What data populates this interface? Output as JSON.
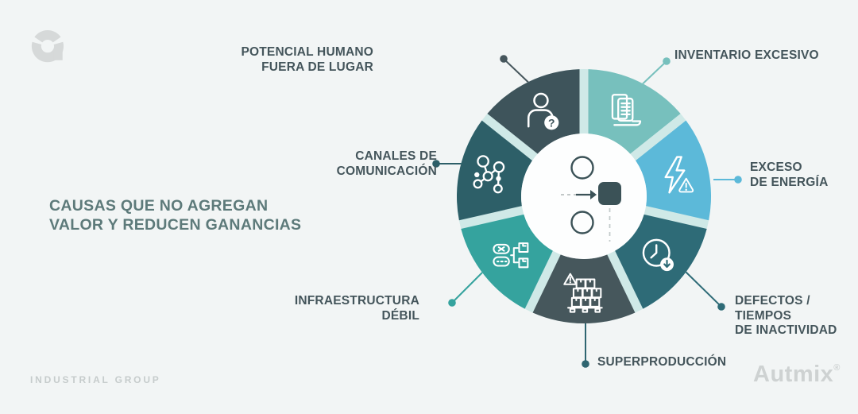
{
  "page": {
    "background": "#f2f5f5"
  },
  "brand": {
    "logo_icon": "autmix-logo-icon",
    "logo_color": "#d6d9d9",
    "footer_left": "INDUSTRIAL GROUP",
    "footer_right_name": "Autmix",
    "footer_right_mark": "®"
  },
  "title": {
    "text": "CAUSAS QUE NO AGREGAN\nVALOR Y REDUCEN GANANCIAS",
    "color": "#5d7a7a"
  },
  "chart_data": {
    "type": "pie",
    "subtype": "donut-infographic",
    "segment_count": 7,
    "equal_shares": true,
    "values": [
      1,
      1,
      1,
      1,
      1,
      1,
      1
    ],
    "ring_gap_color": "#cfe9e7",
    "inner_circle_color": "#fdfefe",
    "center_icon": "process-flow-icon",
    "center_icon_color": "#3b5257",
    "label_color": "#44555b",
    "segments": [
      {
        "id": "inventario-excesivo",
        "label_lines": [
          "INVENTARIO EXCESIVO"
        ],
        "color": "#77c0bd",
        "line_color": "#77c0bd",
        "icon": "documents-icon"
      },
      {
        "id": "exceso-de-energia",
        "label_lines": [
          "EXCESO",
          "DE ENERGÍA"
        ],
        "color": "#5cb9d9",
        "line_color": "#5cb9d9",
        "icon": "lightning-warning-icon"
      },
      {
        "id": "defectos-tiempos-de-inactividad",
        "label_lines": [
          "DEFECTOS /",
          "TIEMPOS",
          "DE INACTIVIDAD"
        ],
        "color": "#2e6b77",
        "line_color": "#2e6b77",
        "icon": "clock-downtime-icon"
      },
      {
        "id": "superproduccion",
        "label_lines": [
          "SUPERPRODUCCIÓN"
        ],
        "color": "#46575c",
        "line_color": "#2f6570",
        "icon": "boxes-pallet-warning-icon"
      },
      {
        "id": "infraestructura-debil",
        "label_lines": [
          "INFRAESTRUCTURA",
          "DÉBIL"
        ],
        "color": "#35a39e",
        "line_color": "#35a39e",
        "icon": "machine-boxes-icon"
      },
      {
        "id": "canales-de-comunicacion",
        "label_lines": [
          "CANALES DE",
          "COMUNICACIÓN"
        ],
        "color": "#2d5f68",
        "line_color": "#2d5f68",
        "icon": "network-icon"
      },
      {
        "id": "potencial-humano-fuera-de-lugar",
        "label_lines": [
          "POTENCIAL HUMANO",
          "FUERA DE LUGAR"
        ],
        "color": "#3e545b",
        "line_color": "#46565c",
        "icon": "person-question-icon"
      }
    ]
  }
}
